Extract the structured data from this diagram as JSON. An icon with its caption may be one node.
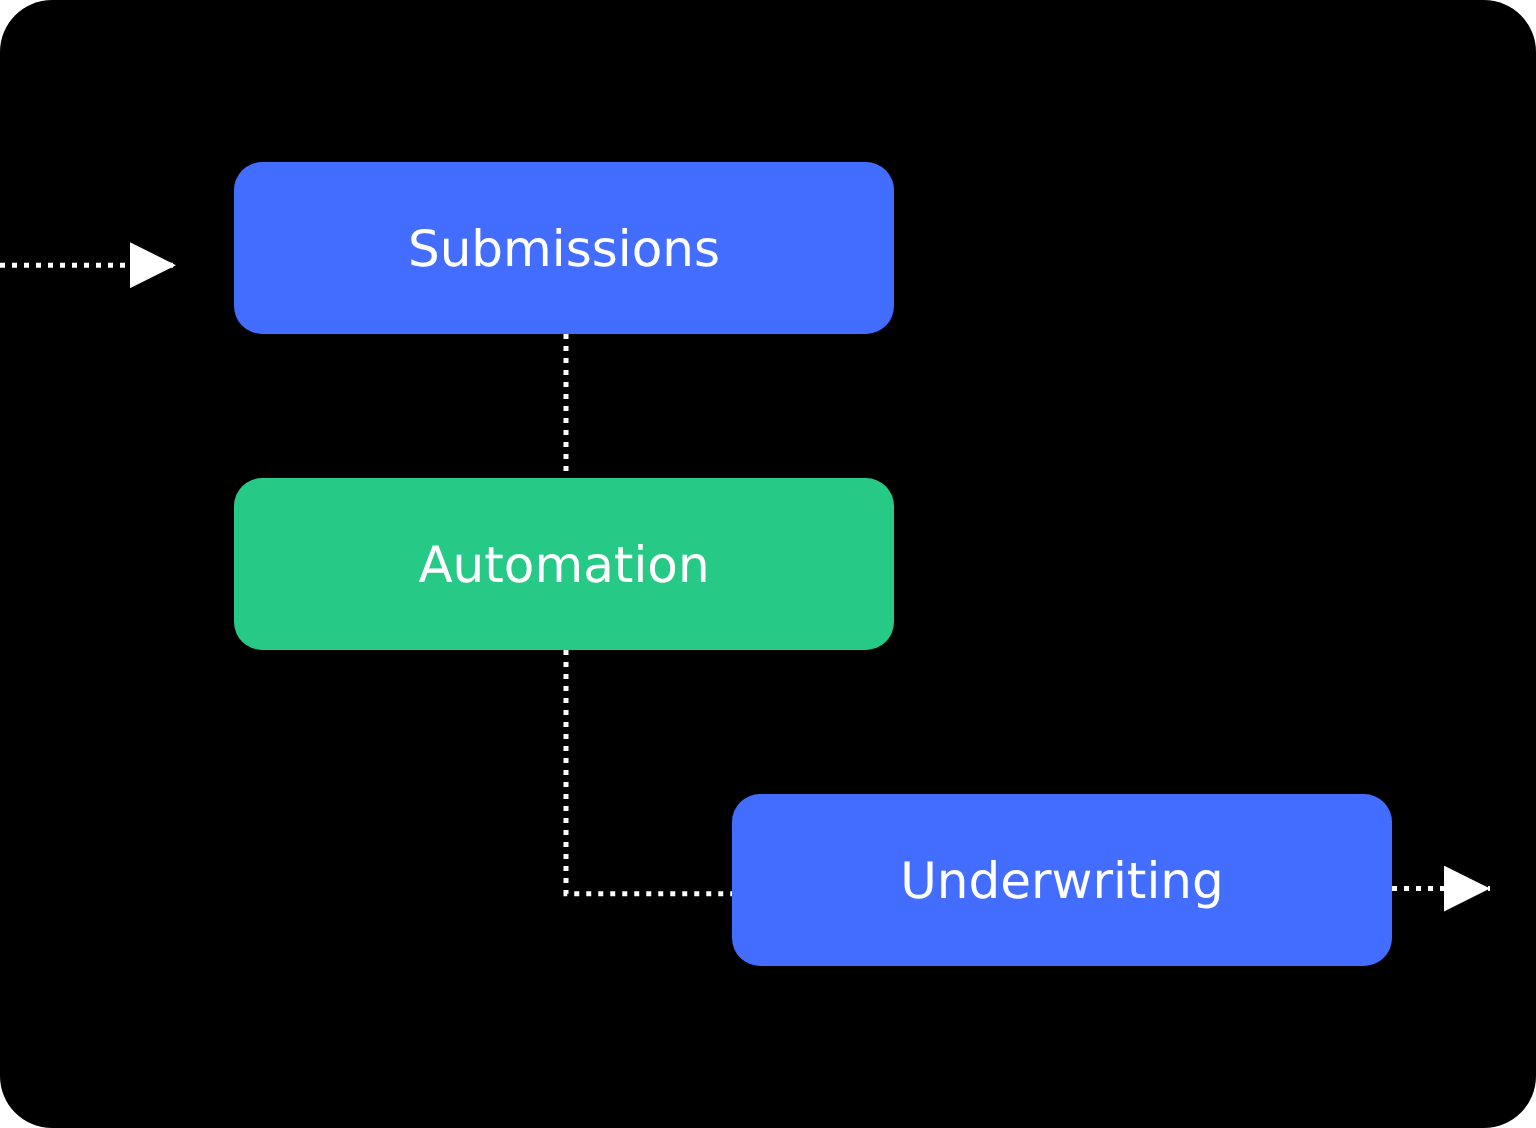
{
  "diagram": {
    "nodes": [
      {
        "text": [
          "Submissions"
        ]
      },
      {
        "text": [
          "Automation"
        ]
      },
      {
        "text": [
          "Underwriting"
        ]
      }
    ],
    "edges": [
      {
        "from": null,
        "to": 0,
        "arrow": "to"
      },
      {
        "from": 0,
        "to": 1,
        "arrow": "none"
      },
      {
        "from": 1,
        "to": 2,
        "arrow": "none"
      },
      {
        "from": 2,
        "to": null,
        "arrow": "to"
      }
    ]
  }
}
